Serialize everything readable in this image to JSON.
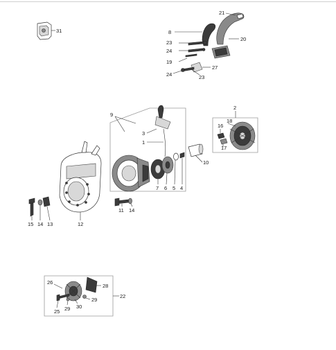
{
  "labels": {
    "p31": "31",
    "p21": "21",
    "p8": "8",
    "p20": "20",
    "p23a": "23",
    "p24a": "24",
    "p19": "19",
    "p27": "27",
    "p24b": "24",
    "p23b": "23",
    "p9": "9",
    "p3": "3",
    "p1": "1",
    "p7": "7",
    "p6": "6",
    "p5": "5",
    "p4": "4",
    "p10": "10",
    "p2": "2",
    "p18": "18",
    "p16": "16",
    "p17": "17",
    "p15": "15",
    "p14a": "14",
    "p13": "13",
    "p12": "12",
    "p11": "11",
    "p14b": "14",
    "p26": "26",
    "p28": "28",
    "p29a": "29",
    "p30": "30",
    "p29b": "29",
    "p25": "25",
    "p22": "22"
  }
}
